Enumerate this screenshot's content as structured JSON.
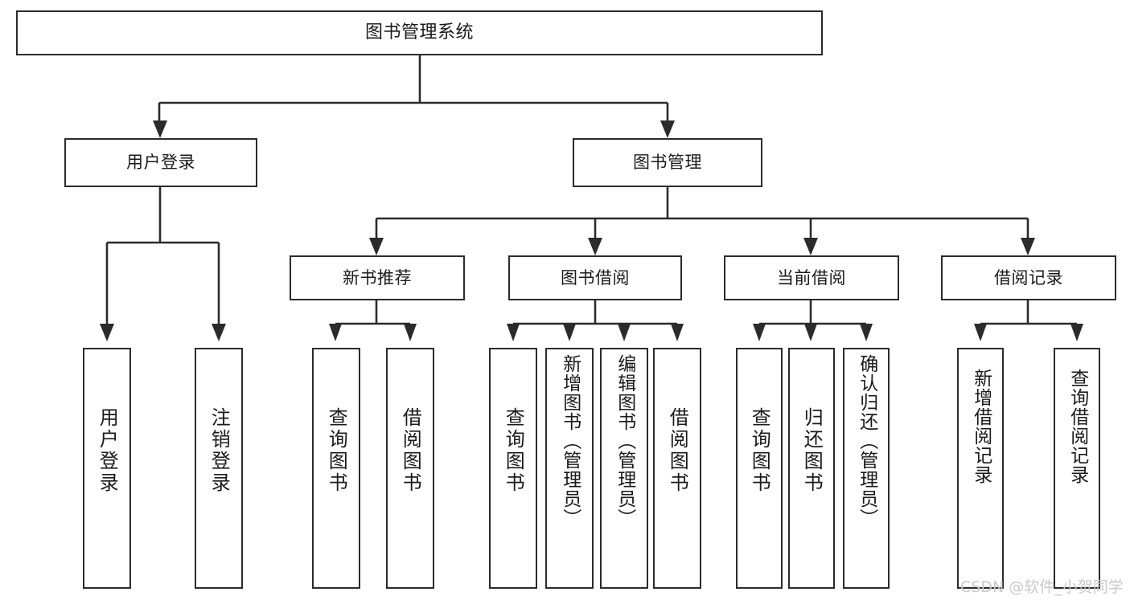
{
  "diagram": {
    "title": "图书管理系统",
    "type": "tree",
    "orientation": "top-down",
    "line_color": "#2b2b2b",
    "box_fill": "#ffffff",
    "text_color": "#1a1a1a"
  },
  "nodes": {
    "root": {
      "label": "图书管理系统",
      "level": 0,
      "text_direction": "horizontal"
    },
    "level1": [
      {
        "id": "user-login",
        "label": "用户登录",
        "text_direction": "horizontal"
      },
      {
        "id": "book-manage",
        "label": "图书管理",
        "text_direction": "horizontal"
      }
    ],
    "level2": [
      {
        "id": "new-book-recommend",
        "label": "新书推荐",
        "parent": "book-manage",
        "text_direction": "horizontal"
      },
      {
        "id": "book-borrow",
        "label": "图书借阅",
        "parent": "book-manage",
        "text_direction": "horizontal"
      },
      {
        "id": "current-borrow",
        "label": "当前借阅",
        "parent": "book-manage",
        "text_direction": "horizontal"
      },
      {
        "id": "borrow-record",
        "label": "借阅记录",
        "parent": "book-manage",
        "text_direction": "horizontal"
      }
    ],
    "leaves": [
      {
        "id": "leaf-user-login",
        "label": "用户登录",
        "parent": "user-login",
        "text_direction": "vertical"
      },
      {
        "id": "leaf-user-logout",
        "label": "注销登录",
        "parent": "user-login",
        "text_direction": "vertical"
      },
      {
        "id": "leaf-rec-query-book",
        "label": "查询图书",
        "parent": "new-book-recommend",
        "text_direction": "vertical"
      },
      {
        "id": "leaf-rec-borrow-book",
        "label": "借阅图书",
        "parent": "new-book-recommend",
        "text_direction": "vertical"
      },
      {
        "id": "leaf-borrow-query-book",
        "label": "查询图书",
        "parent": "book-borrow",
        "text_direction": "vertical"
      },
      {
        "id": "leaf-borrow-add-book",
        "label": "新增图书（管理员）",
        "parent": "book-borrow",
        "text_direction": "vertical"
      },
      {
        "id": "leaf-borrow-edit-book",
        "label": "编辑图书（管理员）",
        "parent": "book-borrow",
        "text_direction": "vertical"
      },
      {
        "id": "leaf-borrow-lend-book",
        "label": "借阅图书",
        "parent": "book-borrow",
        "text_direction": "vertical"
      },
      {
        "id": "leaf-cur-query-book",
        "label": "查询图书",
        "parent": "current-borrow",
        "text_direction": "vertical"
      },
      {
        "id": "leaf-cur-return-book",
        "label": "归还图书",
        "parent": "current-borrow",
        "text_direction": "vertical"
      },
      {
        "id": "leaf-cur-confirm-return",
        "label": "确认归还（管理员）",
        "parent": "current-borrow",
        "text_direction": "vertical"
      },
      {
        "id": "leaf-rec-add-record",
        "label": "新增借阅记录",
        "parent": "borrow-record",
        "text_direction": "vertical"
      },
      {
        "id": "leaf-rec-query-record",
        "label": "查询借阅记录",
        "parent": "borrow-record",
        "text_direction": "vertical"
      }
    ]
  },
  "watermark": {
    "text": "CSDN @软件_小贺同学",
    "color": "#c9c9c9"
  }
}
